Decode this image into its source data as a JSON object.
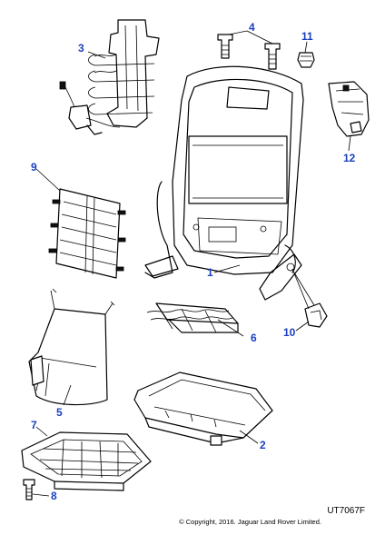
{
  "callouts": {
    "c1": "1",
    "c2": "2",
    "c3": "3",
    "c4": "4",
    "c5": "5",
    "c6": "6",
    "c7": "7",
    "c8": "8",
    "c9": "9",
    "c10": "10",
    "c11": "11",
    "c12": "12"
  },
  "footer": {
    "drawing_id": "UT7067F",
    "copyright": "© Copyright, 2016. Jaguar Land Rover Limited."
  },
  "colors": {
    "callout": "#1a3fbf",
    "line": "#000000"
  }
}
